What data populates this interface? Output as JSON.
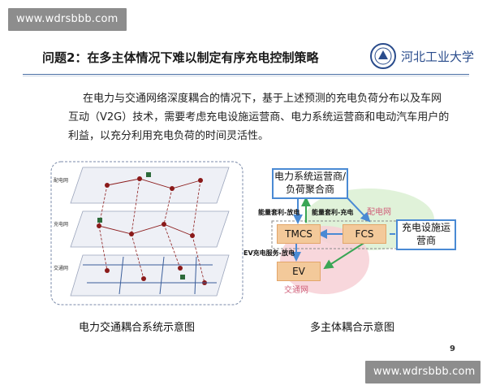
{
  "watermark": {
    "top": "www.wdrsbbb.com",
    "bottom": "www.wdrsbbb.com"
  },
  "slide": {
    "title": "问题2：在多主体情况下难以制定有序充电控制策略",
    "logo_text": "河北工业大学",
    "paragraph": "在电力与交通网络深度耦合的情况下，基于上述预测的充电负荷分布以及车网互动（V2G）技术，需要考虑充电设施运营商、电力系统运营商和电动汽车用户的利益，以充分利用充电负荷的时间灵活性。",
    "page_number": "9"
  },
  "left_figure": {
    "caption": "电力交通耦合系统示意图",
    "layers": [
      "配电网",
      "充电网",
      "交通网"
    ]
  },
  "right_figure": {
    "caption": "多主体耦合示意图",
    "power_operator": "电力系统运营商/负荷聚合商",
    "tmcs": "TMCS",
    "fcs": "FCS",
    "ev": "EV",
    "fcs_operator": "充电设施运营商",
    "label_left": "能量套利-放电",
    "label_right": "能量套利-充电",
    "label_ev": "EV充电服务-放电",
    "zone_power": "配电网",
    "zone_traffic": "交通网"
  },
  "colors": {
    "accent_blue": "#4a8ad4",
    "box_fill": "#f3c99a",
    "zone_pink": "#d0607a",
    "arrow_green": "#3aa655"
  }
}
